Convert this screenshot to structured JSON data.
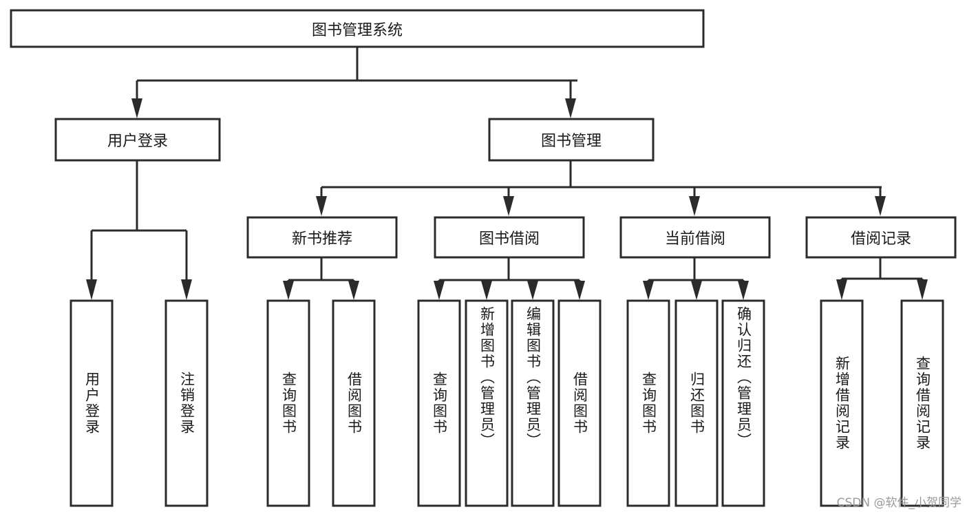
{
  "diagram": {
    "type": "hierarchy-tree",
    "title": "图书管理系统",
    "watermark": "CSDN @软件_小贺同学",
    "colors": {
      "box_stroke": "#2b2b2b",
      "box_fill": "#ffffff",
      "text": "#1a1a1a",
      "watermark": "#9a9a9a",
      "background": "#ffffff"
    },
    "levels": {
      "root": {
        "label": "图书管理系统"
      },
      "level2": [
        {
          "label": "用户登录"
        },
        {
          "label": "图书管理"
        }
      ],
      "level3": [
        {
          "label": "新书推荐"
        },
        {
          "label": "图书借阅"
        },
        {
          "label": "当前借阅"
        },
        {
          "label": "借阅记录"
        }
      ],
      "leaves": {
        "user_login": [
          {
            "label": "用户登录"
          },
          {
            "label": "注销登录"
          }
        ],
        "new_book_recommend": [
          {
            "label": "查询图书"
          },
          {
            "label": "借阅图书"
          }
        ],
        "book_borrow": [
          {
            "label": "查询图书"
          },
          {
            "label": "新增图书（管理员）"
          },
          {
            "label": "编辑图书（管理员）"
          },
          {
            "label": "借阅图书"
          }
        ],
        "current_borrow": [
          {
            "label": "查询图书"
          },
          {
            "label": "归还图书"
          },
          {
            "label": "确认归还（管理员）"
          }
        ],
        "borrow_record": [
          {
            "label": "新增借阅记录"
          },
          {
            "label": "查询借阅记录"
          }
        ]
      }
    }
  }
}
